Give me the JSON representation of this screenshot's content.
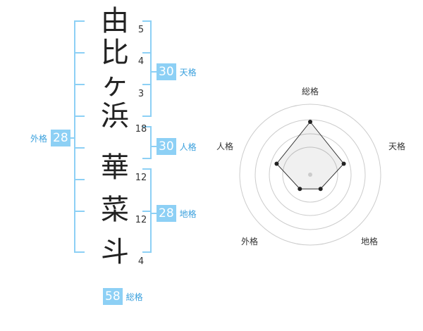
{
  "characters": [
    {
      "glyph": "由",
      "strokes": "5"
    },
    {
      "glyph": "比",
      "strokes": "4"
    },
    {
      "glyph": "ヶ",
      "strokes": "3"
    },
    {
      "glyph": "浜",
      "strokes": "18"
    },
    {
      "glyph": "華",
      "strokes": "12"
    },
    {
      "glyph": "菜",
      "strokes": "12"
    },
    {
      "glyph": "斗",
      "strokes": "4"
    }
  ],
  "scores": {
    "gaikaku": {
      "label": "外格",
      "value": "28"
    },
    "tenkaku": {
      "label": "天格",
      "value": "30"
    },
    "jinkaku": {
      "label": "人格",
      "value": "30"
    },
    "chikaku": {
      "label": "地格",
      "value": "28"
    },
    "soukaku": {
      "label": "総格",
      "value": "58"
    }
  },
  "radar": {
    "axes": [
      "総格",
      "天格",
      "地格",
      "外格",
      "人格"
    ],
    "levels": [
      0.75,
      0.5,
      0.25,
      0.25,
      0.5
    ],
    "accent": "#8dd0f5",
    "label_color": "#3aa0dd"
  }
}
